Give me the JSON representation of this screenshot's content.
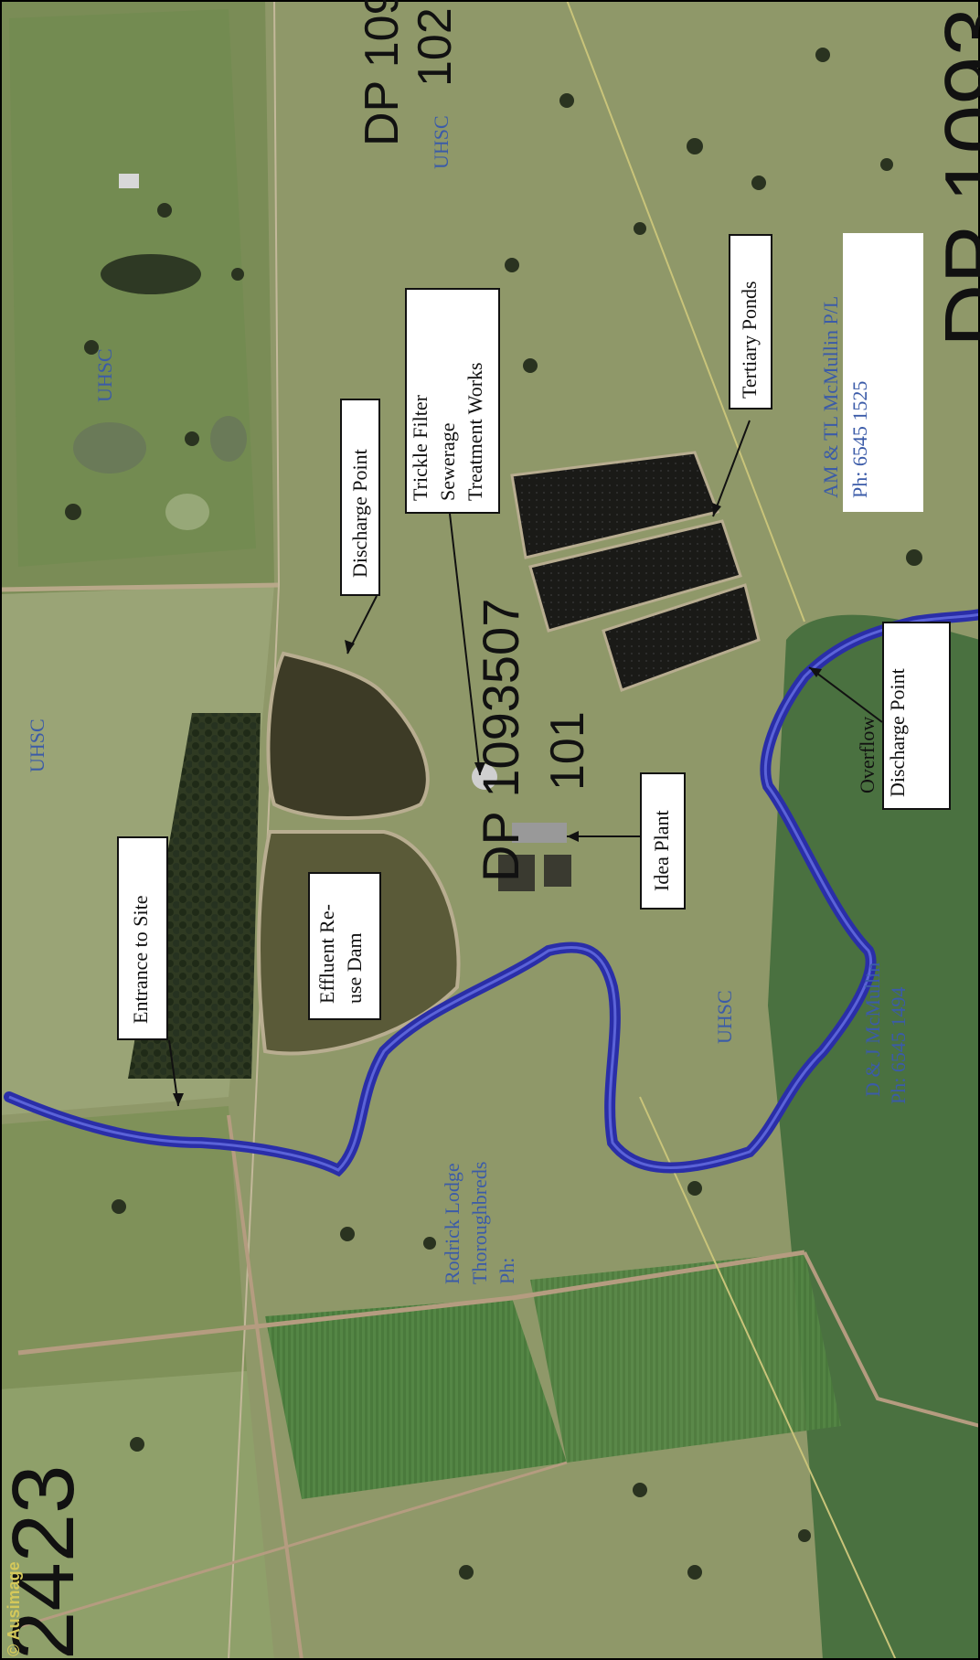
{
  "labels": {
    "dp_top": "DP 109",
    "dp_top_lot": "102",
    "dp_right": "DP 1093",
    "dp_main": "DP 1093507",
    "lot_main": "101",
    "lot_left": "2423",
    "uhsc_1": "UHSC",
    "uhsc_2": "UHSC",
    "uhsc_3": "UHSC",
    "uhsc_4": "UHSC",
    "owner_mcmullin": "AM & TL McMullin P/L",
    "owner_mcmullin_ph": "Ph: 6545 1525",
    "owner_dj": "D & J McMullin",
    "owner_dj_ph": "Ph: 6545 1494",
    "rodrick_1": "Rodrick Lodge",
    "rodrick_2": "Thoroughbreds",
    "rodrick_3": "Ph:",
    "overflow": "Overflow",
    "watermark": "© Ausimage"
  },
  "callouts": {
    "discharge_top": "Discharge Point",
    "trickle_1": "Trickle Filter",
    "trickle_2": "Sewerage",
    "trickle_3": "Treatment Works",
    "tertiary": "Tertiary Ponds",
    "discharge_right": "Discharge Point",
    "idea_plant": "Idea Plant",
    "effluent_1": "Effluent Re-",
    "effluent_2": "use Dam",
    "entrance": "Entrance to Site"
  },
  "colors": {
    "pasture": "#8f9a68",
    "pasture_green": "#4f7a3a",
    "dam_water": "#4a4a2e",
    "pond_black": "#151515",
    "creek": "#2a2ea8",
    "label_blue": "#3b5ba8"
  }
}
